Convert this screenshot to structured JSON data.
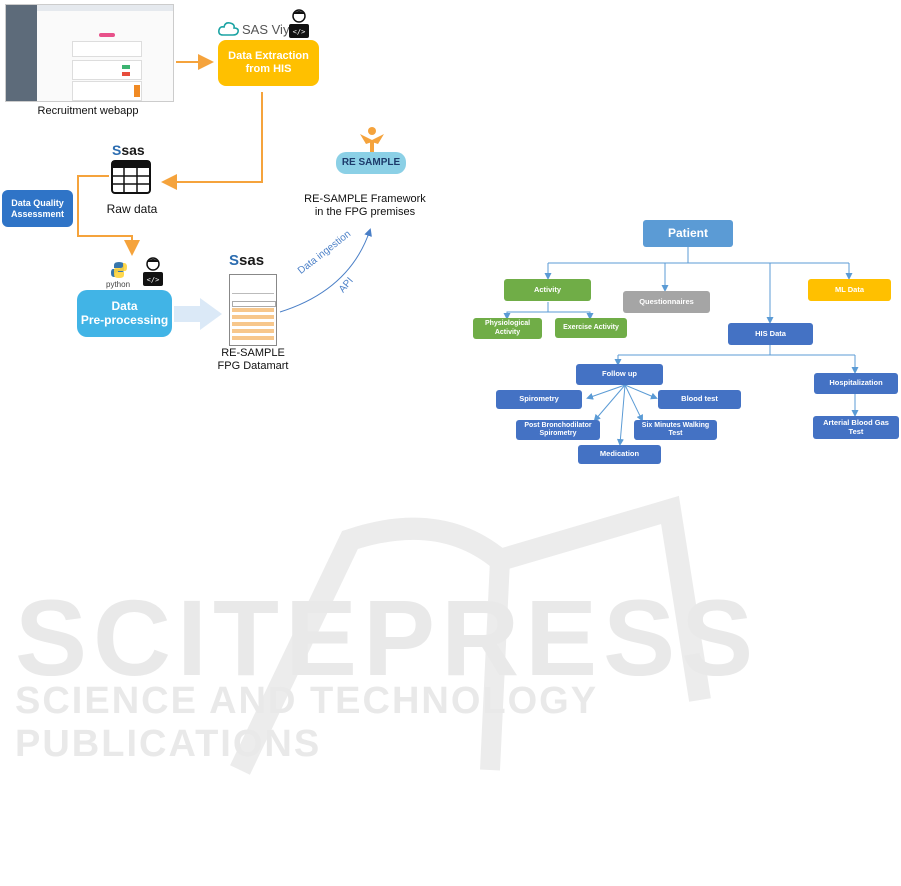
{
  "left": {
    "webapp_caption": "Recruitment webapp",
    "sas_viya_label": "SAS Viya",
    "extraction_box": "Data Extraction\nfrom HIS",
    "raw_data_label": "Raw data",
    "sas_logo_1": "sas",
    "sas_logo_2": "sas",
    "data_quality_box": "Data Quality\nAssessment",
    "python_label": "python",
    "preprocessing_box": "Data\nPre-processing",
    "datamart_caption": "RE-SAMPLE\nFPG Datamart",
    "resample_logo": "RE SAMPLE",
    "framework_caption": "RE-SAMPLE Framework\nin the FPG premises",
    "ingestion_label": "Data ingestion",
    "api_label": "API"
  },
  "tree": {
    "patient": "Patient",
    "activity": "Activity",
    "questionnaires": "Questionnaires",
    "ml_data": "ML Data",
    "physiological": "Physiological\nActivity",
    "exercise": "Exercise Activity",
    "his_data": "HIS Data",
    "follow_up": "Follow up",
    "hospitalization": "Hospitalization",
    "spirometry": "Spirometry",
    "blood_test": "Blood test",
    "post_broncho": "Post Bronchodilator\nSpirometry",
    "six_min": "Six Minutes Walking\nTest",
    "medication": "Medication",
    "arterial": "Arterial Blood Gas\nTest"
  },
  "watermark": {
    "big": "SCITEPRESS",
    "small": "SCIENCE AND TECHNOLOGY PUBLICATIONS"
  },
  "colors": {
    "orange": "#ffc000",
    "light_blue": "#41b4e6",
    "patient_blue": "#5b9bd5",
    "green": "#70ad47",
    "gray": "#a5a5a5",
    "dark_blue": "#4472c4"
  }
}
